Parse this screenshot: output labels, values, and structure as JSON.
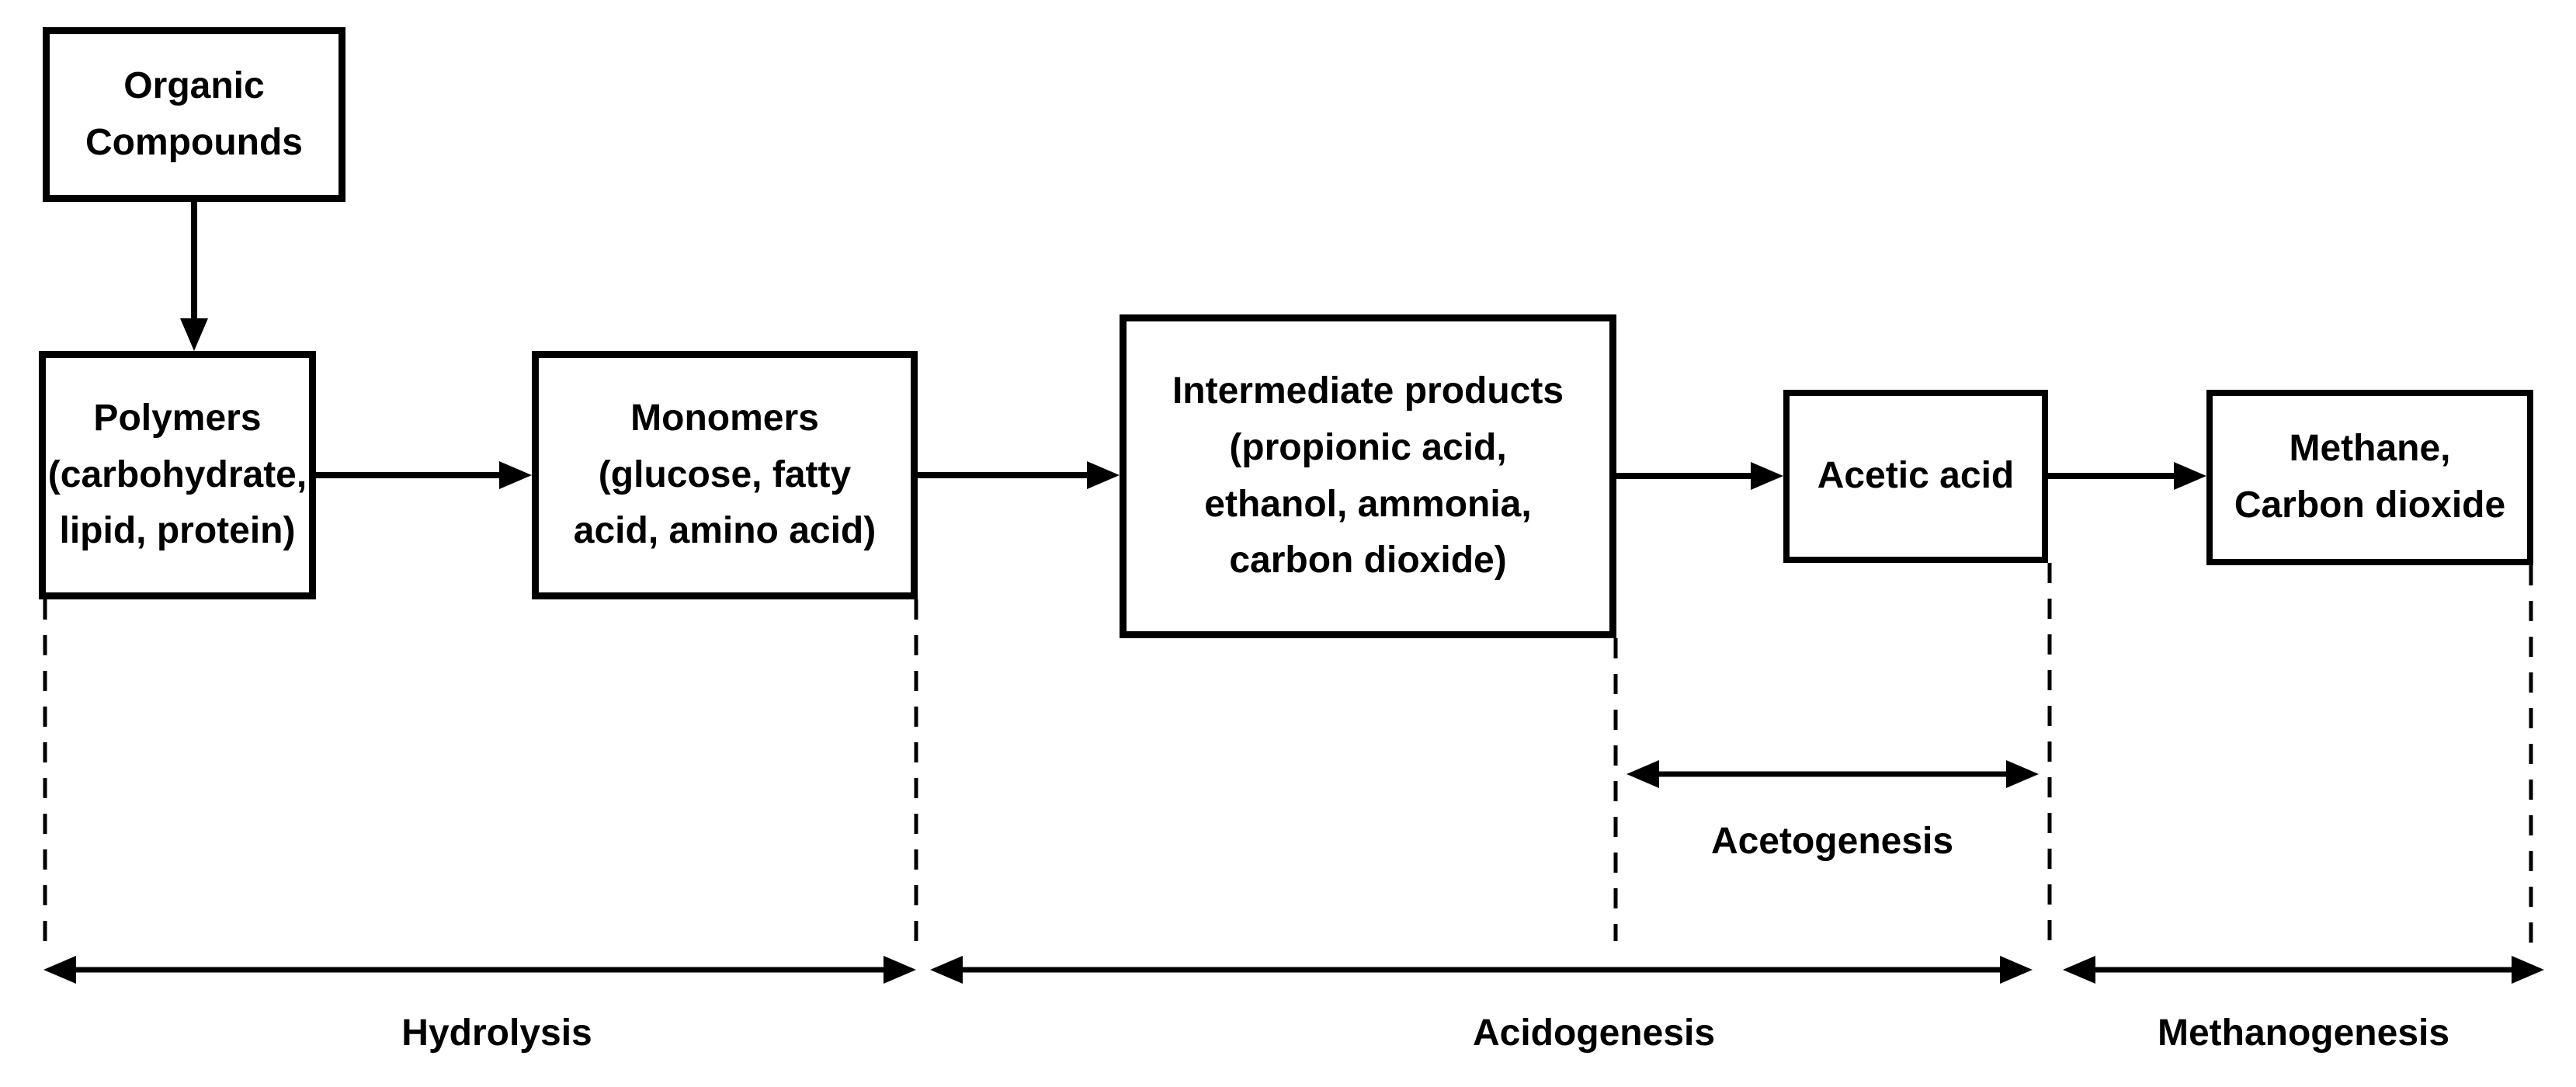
{
  "diagram": {
    "background_color": "#ffffff",
    "ink_color": "#000000",
    "boxes": {
      "organic": {
        "label": "Organic\nCompounds"
      },
      "polymers": {
        "label": "Polymers\n(carbohydrate,\nlipid, protein)"
      },
      "monomers": {
        "label": "Monomers\n(glucose, fatty\nacid, amino acid)"
      },
      "intermediate": {
        "label": "Intermediate products\n(propionic acid,\nethanol, ammonia,\ncarbon dioxide)"
      },
      "acetic": {
        "label": "Acetic acid"
      },
      "methane": {
        "label": "Methane,\nCarbon dioxide"
      }
    },
    "phases": {
      "hydrolysis": {
        "label": "Hydrolysis"
      },
      "acidogenesis": {
        "label": "Acidogenesis"
      },
      "acetogenesis": {
        "label": "Acetogenesis"
      },
      "methanogenesis": {
        "label": "Methanogenesis"
      }
    }
  }
}
